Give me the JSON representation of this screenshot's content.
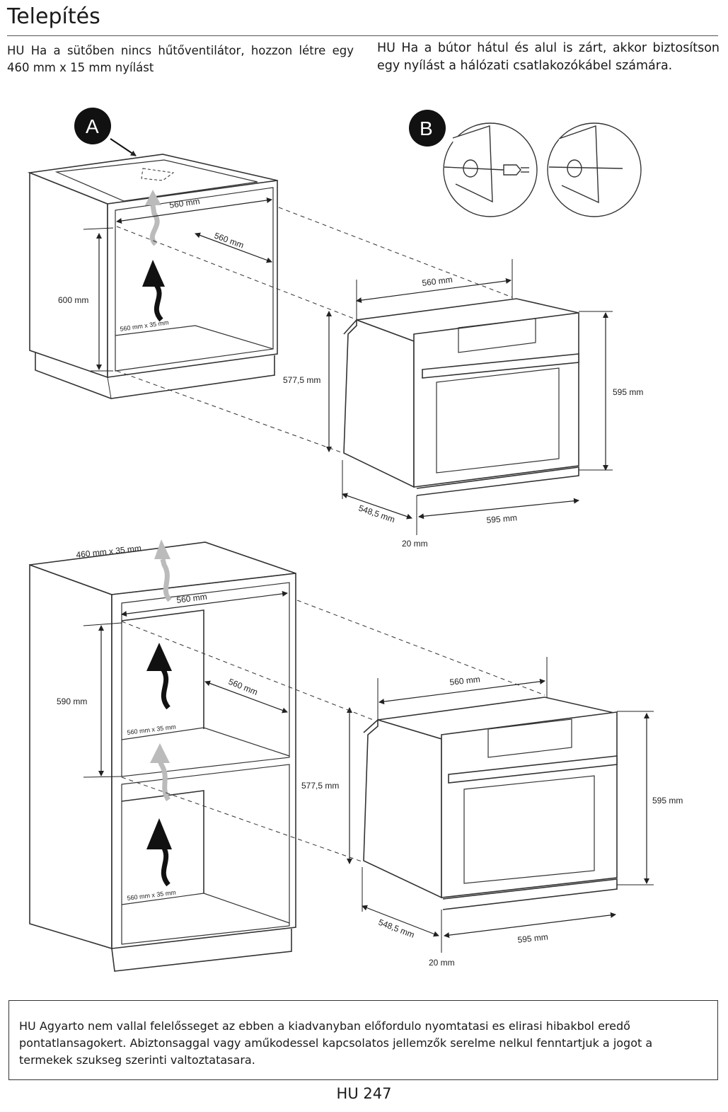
{
  "title": "Telepítés",
  "notes": {
    "left": {
      "lang": "HU",
      "text": "Ha a sütőben nincs hűtőventilátor, hozzon létre egy 460 mm x 15 mm nyílást"
    },
    "right": {
      "lang": "HU",
      "text": "Ha a bútor hátul és alul is zárt, akkor biztosítson egy nyílást a hálózati csatlakozókábel számára."
    }
  },
  "badges": {
    "a": "A",
    "b": "B"
  },
  "diagram1": {
    "cab_width": "560 mm",
    "cab_depth": "560 mm",
    "cab_height": "600 mm",
    "vent": "560 mm x 35 mm",
    "oven_width_top": "560 mm",
    "oven_height_body": "577,5 mm",
    "oven_height_front": "595 mm",
    "oven_depth": "548,5 mm",
    "oven_width_front": "595 mm",
    "front_thickness": "20 mm"
  },
  "diagram2": {
    "top_vent": "460 mm x 35 mm",
    "cab_width": "560 mm",
    "cab_depth": "560 mm",
    "cab_height": "590 mm",
    "vent_mid": "560 mm x 35 mm",
    "vent_low": "560 mm x 35 mm",
    "oven_width_top": "560 mm",
    "oven_height_body": "577,5 mm",
    "oven_height_front": "595 mm",
    "oven_depth": "548,5 mm",
    "oven_width_front": "595 mm",
    "front_thickness": "20 mm"
  },
  "disclaimer": {
    "lang": "HU",
    "text": "Agyarto nem vallal felelősseget az ebben a kiadvanyban előfordulo nyomtatasi es elirasi hibakbol eredő pontatlansagokert. Abiztonsaggal vagy aműkodessel kapcsolatos jellemzők serelme nelkul fenntartjuk a jogot a termekek szukseg szerinti valtoztatasara."
  },
  "page_number": "HU 247"
}
